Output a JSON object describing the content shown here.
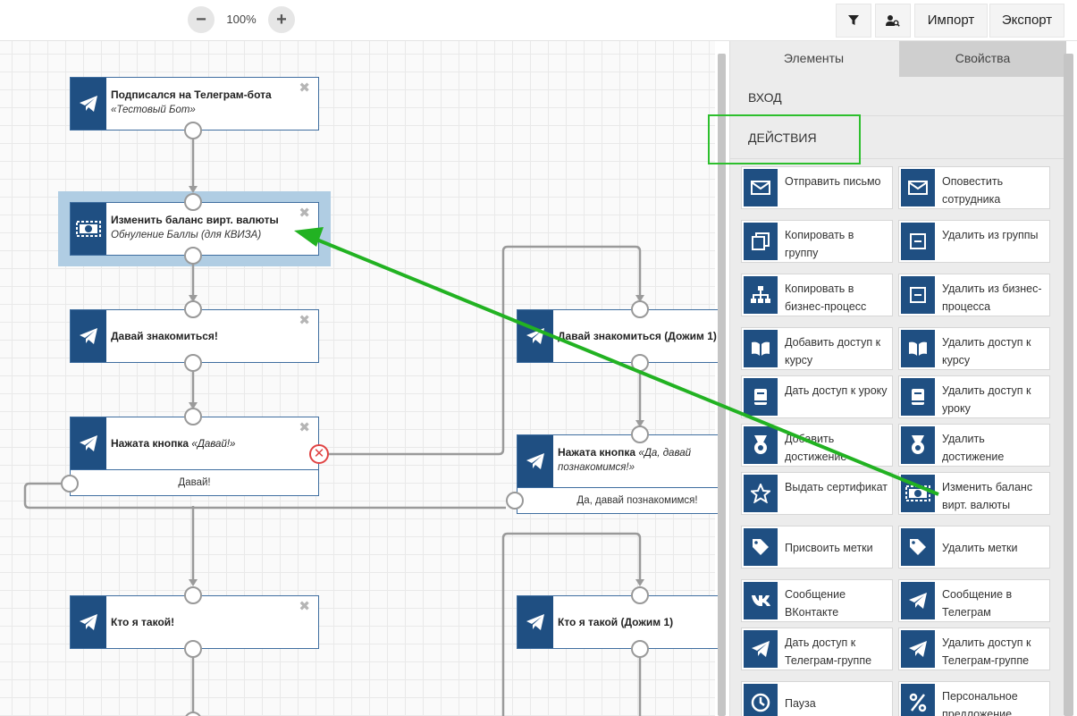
{
  "toolbar": {
    "zoom_out": "−",
    "zoom_in": "+",
    "zoom_level": "100%",
    "import_label": "Импорт",
    "export_label": "Экспорт"
  },
  "nodes": {
    "n1": {
      "title": "Подписался на Телеграм-бота",
      "subtitle": "«Тестовый Бот»"
    },
    "n2": {
      "title": "Изменить баланс вирт. валюты",
      "subtitle": "Обнуление Баллы (для КВИЗА)"
    },
    "n3": {
      "title": "Давай знакомиться!"
    },
    "n4": {
      "title": "Нажата кнопка",
      "title_italic": "«Давай!»",
      "button": "Давай!"
    },
    "n5": {
      "title": "Кто я такой!"
    },
    "n6": {
      "title": "Давай знакомиться (Дожим 1)"
    },
    "n7": {
      "title": "Нажата кнопка",
      "title_italic": "«Да, давай",
      "subtitle": "познакомимся!»",
      "button": "Да, давай познакомимся!"
    },
    "n8": {
      "title": "Кто я такой (Дожим 1)"
    },
    "close": "✖",
    "error": "✕"
  },
  "panel": {
    "tabs": [
      "Элементы",
      "Свойства"
    ],
    "sections": [
      "ВХОД",
      "ДЕЙСТВИЯ"
    ],
    "actions": [
      {
        "label": "Отправить письмо",
        "icon": "envelope-icon"
      },
      {
        "label": "Оповестить сотрудника",
        "icon": "envelope-icon"
      },
      {
        "label": "Копировать в группу",
        "icon": "copy-icon"
      },
      {
        "label": "Удалить из группы",
        "icon": "minus-box-icon"
      },
      {
        "label": "Копировать в бизнес-процесс",
        "icon": "sitemap-icon"
      },
      {
        "label": "Удалить из бизнес-процесса",
        "icon": "minus-box-icon"
      },
      {
        "label": "Добавить доступ к курсу",
        "icon": "book-open-icon"
      },
      {
        "label": "Удалить доступ к курсу",
        "icon": "book-open-icon"
      },
      {
        "label": "Дать доступ к уроку",
        "icon": "book-icon"
      },
      {
        "label": "Удалить доступ к уроку",
        "icon": "book-icon"
      },
      {
        "label": "Добавить достижение",
        "icon": "medal-icon"
      },
      {
        "label": "Удалить достижение",
        "icon": "medal-icon"
      },
      {
        "label": "Выдать сертификат",
        "icon": "star-icon"
      },
      {
        "label": "Изменить баланс вирт. валюты",
        "icon": "money-icon"
      },
      {
        "label": "Присвоить метки",
        "icon": "tag-icon"
      },
      {
        "label": "Удалить метки",
        "icon": "tag-icon"
      },
      {
        "label": "Сообщение ВКонтакте",
        "icon": "vk-icon"
      },
      {
        "label": "Сообщение в Телеграм",
        "icon": "telegram-icon"
      },
      {
        "label": "Дать доступ к Телеграм-группе",
        "icon": "telegram-icon"
      },
      {
        "label": "Удалить доступ к Телеграм-группе",
        "icon": "telegram-icon"
      },
      {
        "label": "Пауза",
        "icon": "clock-icon"
      },
      {
        "label": "Персональное предложение",
        "icon": "percent-icon"
      }
    ]
  },
  "colors": {
    "node_icon": "#1f4f82",
    "arrow": "#22b222",
    "highlight": "#2dbf2d",
    "selected": "#b0cde3",
    "error": "#e04343"
  }
}
